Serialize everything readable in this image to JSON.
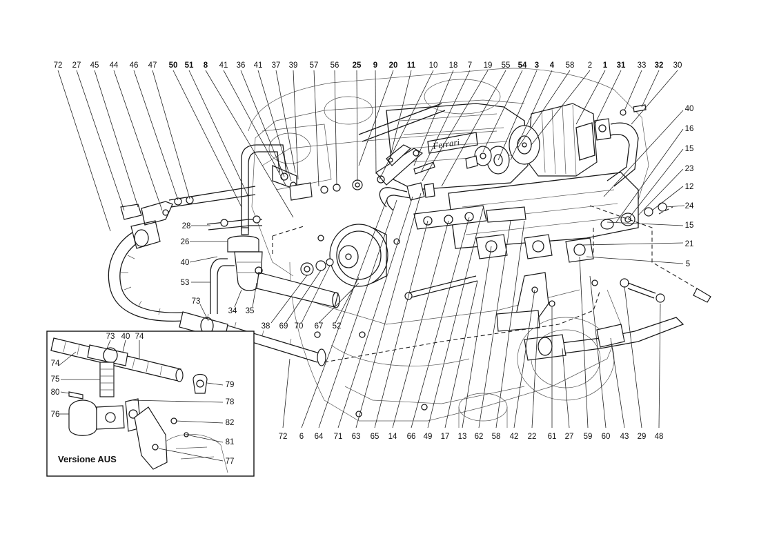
{
  "diagram": {
    "brand_plate": "Ferrari",
    "inset_caption": "Versione AUS",
    "callouts_top": [
      "72",
      "27",
      "45",
      "44",
      "46",
      "47",
      "50",
      "51",
      "8",
      "41",
      "36",
      "41",
      "37",
      "39",
      "57",
      "56",
      "25",
      "9",
      "20",
      "11",
      "10",
      "18",
      "7",
      "19",
      "55",
      "54",
      "3",
      "4",
      "58",
      "2",
      "1",
      "31",
      "33",
      "32",
      "30"
    ],
    "callouts_top_bold": [
      false,
      false,
      false,
      false,
      false,
      false,
      true,
      true,
      true,
      false,
      false,
      false,
      false,
      false,
      false,
      false,
      true,
      true,
      true,
      true,
      false,
      false,
      false,
      false,
      false,
      true,
      true,
      true,
      false,
      false,
      true,
      true,
      false,
      true,
      false
    ],
    "callouts_right": [
      "40",
      "16",
      "15",
      "23",
      "12",
      "24",
      "15",
      "21",
      "5"
    ],
    "callouts_bottom": [
      "72",
      "6",
      "64",
      "71",
      "63",
      "65",
      "14",
      "66",
      "49",
      "17",
      "13",
      "62",
      "58",
      "42",
      "22",
      "61",
      "27",
      "59",
      "60",
      "43",
      "29",
      "48"
    ],
    "callouts_left_mid": [
      "28",
      "26",
      "40",
      "53",
      "73"
    ],
    "callouts_center": [
      "34",
      "35",
      "38",
      "69",
      "70",
      "67",
      "52"
    ],
    "callouts_inset": [
      "73",
      "40",
      "74",
      "74",
      "75",
      "80",
      "76",
      "79",
      "78",
      "82",
      "81",
      "77"
    ]
  }
}
